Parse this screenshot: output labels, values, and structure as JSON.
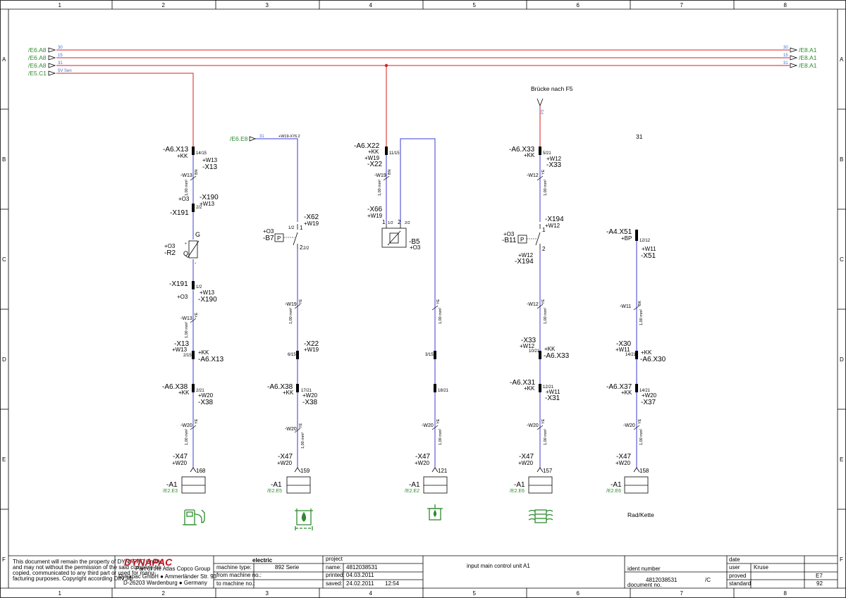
{
  "frame": {
    "columns": [
      "1",
      "2",
      "3",
      "4",
      "5",
      "6",
      "7",
      "8"
    ],
    "rows": [
      "A",
      "B",
      "C",
      "D",
      "E",
      "F"
    ]
  },
  "colors": {
    "red_wire": "#d62020",
    "blue_wire": "#3b3bd6",
    "crossref_green": "#2e8b2e",
    "wire_number_blue": "#3b6fd8",
    "logo_red": "#c0101c"
  },
  "rails": [
    {
      "ref_left": "/E6.A8",
      "number_left": "30",
      "ref_right": "/E8.A1",
      "number_right": "30"
    },
    {
      "ref_left": "/E6.A8",
      "number_left": "15",
      "ref_right": "/E8.A1",
      "number_right": "15"
    },
    {
      "ref_left": "/E6.A8",
      "number_left": "31",
      "ref_right": "/E8.A1",
      "number_right": "31"
    },
    {
      "ref_left": "/E5.C1",
      "number_left": "5V Sen"
    }
  ],
  "circuit1": {
    "conn1": [
      "-A6.X13",
      "+KK"
    ],
    "conn1_pin": "14/15",
    "conn1_mate": [
      "+W13",
      "-X13"
    ],
    "cable1": "-W13",
    "cable1_color": "BN",
    "cable1_cs": "1,00 mm²",
    "conn2_mate": [
      "+O3",
      "-X191"
    ],
    "conn2_pin": "2/2",
    "conn2": [
      "-X190",
      "+W13"
    ],
    "sensor_label": "G",
    "sensor_label2": "Q",
    "sensor_ids": [
      "+O3",
      "-R2"
    ],
    "sensor_plus": "+",
    "sensor_minus": "-",
    "conn3": [
      "-X191",
      "+O3"
    ],
    "conn3_pin": "1/2",
    "conn3_mate": [
      "+W13",
      "-X190"
    ],
    "cable2": "-W13",
    "cable2_color": "YE",
    "cable2_cs": "1,00 mm²",
    "conn4": [
      "-X13",
      "+W13"
    ],
    "conn4_pin": "2/15",
    "conn4_mate": [
      "+KK",
      "-A6.X13"
    ],
    "conn5": [
      "-A6.X38",
      "+KK"
    ],
    "conn5_pin": "2/21",
    "conn5_mate": [
      "+W20",
      "-X38"
    ],
    "cable3": "-W20",
    "cable3_color": "YE",
    "cable3_cs": "1,00 mm²",
    "conn6": [
      "-X47",
      "+W20"
    ],
    "pin": "168",
    "device": "-A1",
    "device_ref": "/E2.E3"
  },
  "circuit2": {
    "source_ref": "/E6.E8",
    "source_number": "31",
    "source_label": "+W19-X76.2",
    "conn1": [
      "-X62",
      "+W19"
    ],
    "conn1_pin": "1/2",
    "switch_ids": [
      "+O3",
      "-B7"
    ],
    "switch_box": "P",
    "switch_pin1": "1",
    "switch_pin2": "2",
    "switch_pin2b": "2/2",
    "cable1": "-W19",
    "cable1_color": "YE",
    "cable1_cs": "1,00 mm²",
    "conn2": [
      "-X22",
      "+W19"
    ],
    "conn2_pin": "6/15",
    "conn3": [
      "-A6.X38",
      "+KK"
    ],
    "conn3_pin": "17/21",
    "conn3_mate": [
      "+W20",
      "-X38"
    ],
    "cable2": "-W20",
    "cable2_color": "YE",
    "cable2_cs": "1,00 mm²",
    "conn4": [
      "-X47",
      "+W20"
    ],
    "pin": "159",
    "device": "-A1",
    "device_ref": "/E2.E5"
  },
  "circuit3": {
    "conn1": [
      "-A6.X22",
      "+KK",
      "+W19",
      "-X22"
    ],
    "conn1_pin": "11/15",
    "cable1": "-W19",
    "cable1_color": "BN",
    "cable1_cs": "1,00 mm²",
    "conn2": [
      "-X66",
      "+W19"
    ],
    "pin_a": "1",
    "pin_a2": "1/2",
    "pin_b": "2",
    "pin_b2": "2/2",
    "sensor_ids": [
      "-B5",
      "+O3"
    ],
    "cable2_color": "YE",
    "cable2_cs": "1,00 mm²",
    "conn3_pin": "3/15",
    "conn4_pin": "18/21",
    "cable3": "-W20",
    "cable3_color": "YE",
    "cable3_cs": "1,00 mm²",
    "conn5": [
      "-X47",
      "+W20"
    ],
    "pin": "121",
    "device": "-A1",
    "device_ref": "/E2.E2"
  },
  "circuit4": {
    "title": "Brücke nach F5",
    "feed_number": "F5",
    "conn1": [
      "-A6.X33",
      "+KK"
    ],
    "conn1_pin": "5/21",
    "conn1_mate": [
      "+W12",
      "-X33"
    ],
    "cable1": "-W12",
    "cable1_color": "YE",
    "cable1_cs": "1,00 mm²",
    "conn2": [
      "-X194",
      "+W12"
    ],
    "switch_pin1": "1",
    "switch_pin2": "2",
    "switch_ids": [
      "+O3",
      "-B11"
    ],
    "switch_box": "P",
    "conn3": [
      "+W12",
      "-X194"
    ],
    "cable2": "-W12",
    "cable2_color": "YE",
    "cable2_cs": "1,00 mm²",
    "conn4": [
      "-X33",
      "+W12"
    ],
    "conn4_pin": "10/21",
    "conn4_mate": [
      "+KK",
      "-A6.X33"
    ],
    "conn5": [
      "-A6.X31",
      "+KK"
    ],
    "conn5_pin": "12/21",
    "conn5_mate": [
      "+W11",
      "-X31"
    ],
    "cable3": "-W20",
    "cable3_color": "YE",
    "cable3_cs": "1,00 mm²",
    "conn6": [
      "-X47",
      "+W20"
    ],
    "pin": "157",
    "device": "-A1",
    "device_ref": "/E2.E6"
  },
  "circuit5": {
    "top_number": "31",
    "conn1": [
      "-A4.X51",
      "+BP"
    ],
    "conn1_pin": "12/12",
    "conn1_mate": [
      "+W11",
      "-X51"
    ],
    "cable1": "-W11",
    "cable1_color": "BK",
    "cable1_cs": "1,00 mm²",
    "conn2": [
      "-X30",
      "+W11"
    ],
    "conn2_pin": "14/21",
    "conn2_mate": [
      "+KK",
      "-A6.X30"
    ],
    "conn3": [
      "-A6.X37",
      "+KK"
    ],
    "conn3_pin": "14/21",
    "conn3_mate": [
      "+W20",
      "-X37"
    ],
    "cable2": "-W20",
    "cable2_color": "YE",
    "cable2_cs": "1,00 mm²",
    "conn4": [
      "-X47",
      "+W20"
    ],
    "pin": "158",
    "device": "-A1",
    "device_ref": "/E2.E6",
    "caption": "Rad/Kette"
  },
  "icons": [
    "fuel-pump-icon",
    "hydraulic-oil-level-icon",
    "oil-filter-icon",
    "oil-cooler-icon"
  ],
  "title_block": {
    "disclaimer": [
      "This document will remain the property of DYNAPAC GmbH",
      "and may not without the permission of the said company be",
      "copied, communicated to any third part or used for manu-",
      "facturing purposes. Copyright according DIN 34."
    ],
    "logo": "DYNAPAC",
    "logo_sub": "Part of the Atlas Copco Group",
    "address": [
      "Dynapac GmbH ● Ammerländer Str. 93",
      "D-26203 Wardenburg ● Germany"
    ],
    "type_header": "electric",
    "machine_type_label": "machine type:",
    "machine_type": "892 Serie",
    "from_machine_label": "from machine no.:",
    "to_machine_label": "to machine no.:",
    "project_header": "project",
    "name_label": "name:",
    "name": "4812038531",
    "printed_label": "printed:",
    "printed": "04.03.2011",
    "saved_label": "saved:",
    "saved": "24.02.2011",
    "saved_time": "12:54",
    "title": "input main control unit A1",
    "ident_label": "ident number",
    "doc_label": "document no.",
    "doc_number": "4812038531",
    "doc_rev": "/C",
    "date_label": "date",
    "user_label": "user",
    "user": "Kruse",
    "proved_label": "proved",
    "standard_label": "standard",
    "sheet": "E7",
    "sheet_total": "92"
  }
}
